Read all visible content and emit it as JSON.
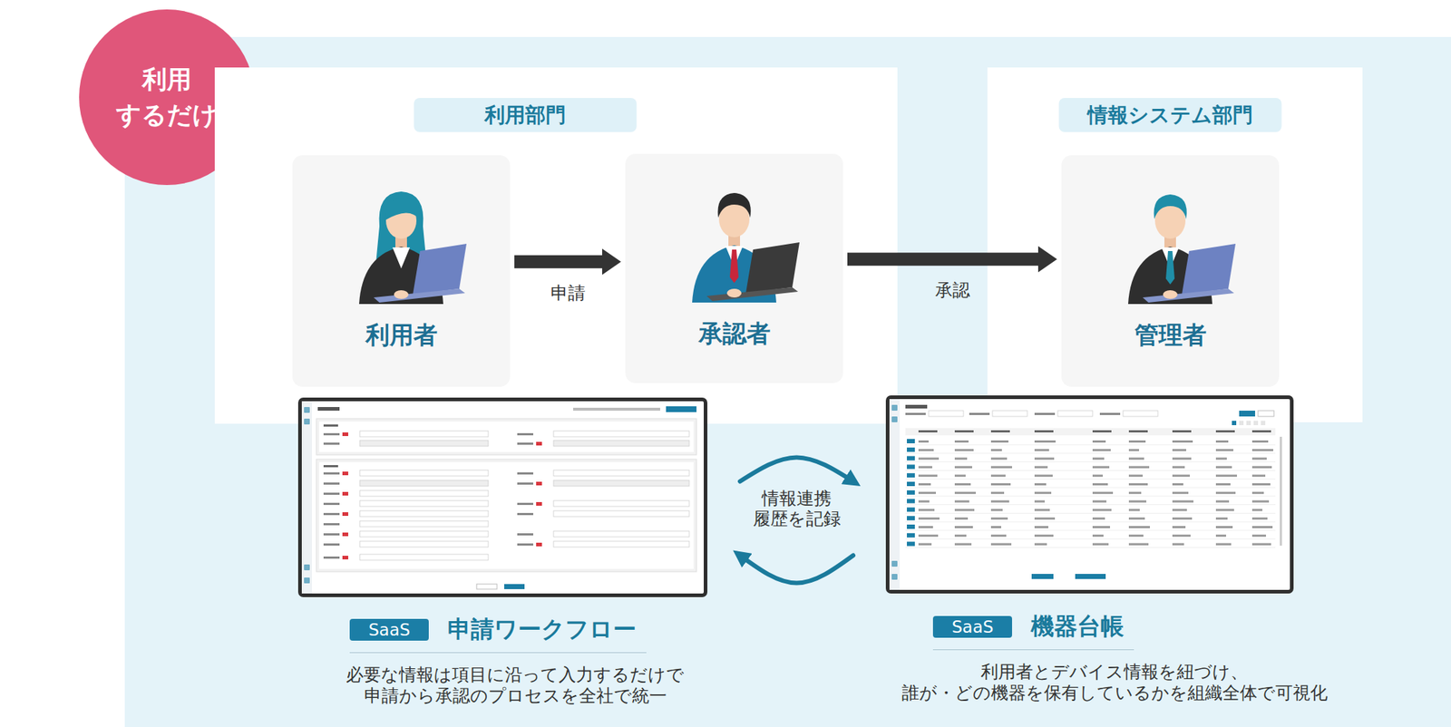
{
  "diagram": {
    "nodes": [
      {
        "text": [
          "利用 するだけ"
        ]
      },
      {
        "text": [
          "利用部門"
        ]
      },
      {
        "text": [
          "利用者"
        ],
        "in": 1
      },
      {
        "text": [
          "承認者"
        ],
        "in": 1
      },
      {
        "text": [
          "情報システム部門"
        ]
      },
      {
        "text": [
          "管理者"
        ],
        "in": 4
      },
      {
        "text": [
          "SaaS",
          "申請ワークフロー",
          "必要な情報は項目に沿って入力するだけで 申請から承認のプロセスを全社で統一"
        ]
      },
      {
        "text": [
          "SaaS",
          "機器台帳",
          "利用者とデバイス情報を紐づけ、 誰が・どの機器を保有しているかを組織全体で可視化"
        ]
      }
    ],
    "edges": [
      {
        "from": 2,
        "to": 3,
        "label": "申請",
        "arrow": "to"
      },
      {
        "from": 3,
        "to": 5,
        "label": "承認",
        "arrow": "to"
      },
      {
        "from": 6,
        "to": 7,
        "label": "情報連携 履歴を記録",
        "arrow": "both"
      }
    ]
  }
}
